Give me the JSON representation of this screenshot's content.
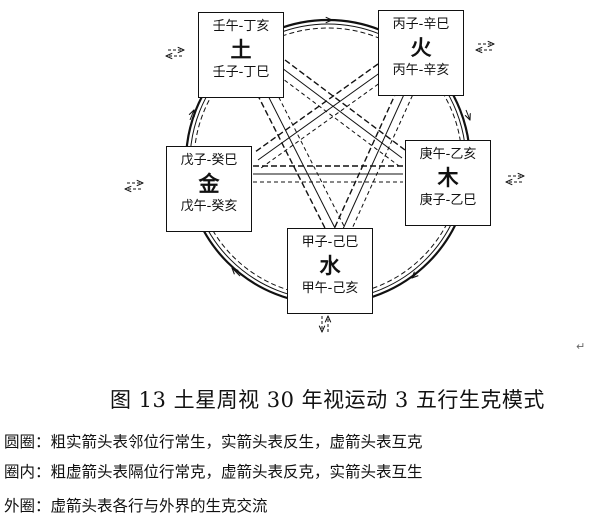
{
  "nodes": {
    "earth": {
      "top": "壬午-丁亥",
      "element": "土",
      "bottom": "壬子-丁巳"
    },
    "fire": {
      "top": "丙子-辛巳",
      "element": "火",
      "bottom": "丙午-辛亥"
    },
    "metal": {
      "top": "戊子-癸巳",
      "element": "金",
      "bottom": "戊午-癸亥"
    },
    "wood": {
      "top": "庚午-乙亥",
      "element": "木",
      "bottom": "庚子-乙巳"
    },
    "water": {
      "top": "甲子-己巳",
      "element": "水",
      "bottom": "甲午-己亥"
    }
  },
  "caption": "图 13 土星周视 30 年视运动 3 五行生克模式",
  "legend": [
    {
      "label": "圆圈：",
      "text": "粗实箭头表邻位行常生，实箭头表反生，虚箭头表互克"
    },
    {
      "label": "圈内：",
      "text": "粗虚箭头表隔位行常克，虚箭头表反克，实箭头表互生"
    },
    {
      "label": "外圈：",
      "text": "虚箭头表各行与外界的生克交流"
    }
  ],
  "colors": {
    "line": "#111111",
    "background": "#ffffff"
  }
}
